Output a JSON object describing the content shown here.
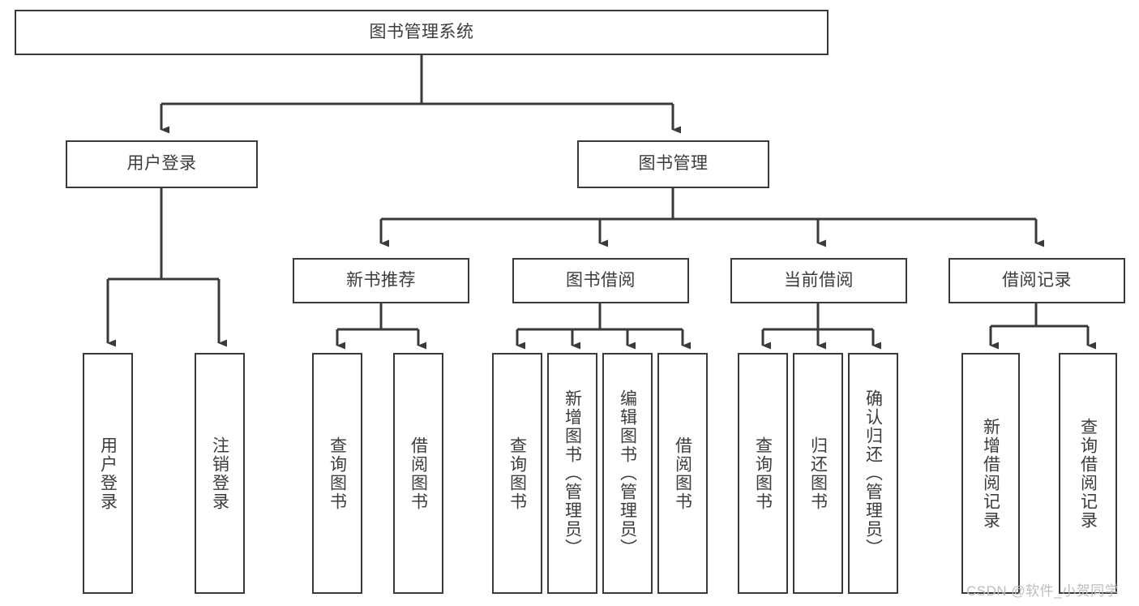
{
  "diagram": {
    "title": "图书管理系统",
    "type": "tree-hierarchy-chart",
    "line_color": "#3a3a3a",
    "background_color": "#ffffff",
    "text_color": "#3c3c3c",
    "root": {
      "label": "图书管理系统"
    },
    "level2": [
      {
        "label": "用户登录"
      },
      {
        "label": "图书管理"
      }
    ],
    "level3": [
      {
        "label": "新书推荐"
      },
      {
        "label": "图书借阅"
      },
      {
        "label": "当前借阅"
      },
      {
        "label": "借阅记录"
      }
    ],
    "leaves_user_login": [
      {
        "label": "用户登录"
      },
      {
        "label": "注销登录"
      }
    ],
    "leaves_new_book": [
      {
        "label": "查询图书"
      },
      {
        "label": "借阅图书"
      }
    ],
    "leaves_borrow": [
      {
        "label": "查询图书"
      },
      {
        "label": "新增图书（管理员）"
      },
      {
        "label": "编辑图书（管理员）"
      },
      {
        "label": "借阅图书"
      }
    ],
    "leaves_current": [
      {
        "label": "查询图书"
      },
      {
        "label": "归还图书"
      },
      {
        "label": "确认归还（管理员）"
      }
    ],
    "leaves_records": [
      {
        "label": "新增借阅记录"
      },
      {
        "label": "查询借阅记录"
      }
    ]
  },
  "watermark": {
    "text": "CSDN @软件_小贺同学"
  }
}
